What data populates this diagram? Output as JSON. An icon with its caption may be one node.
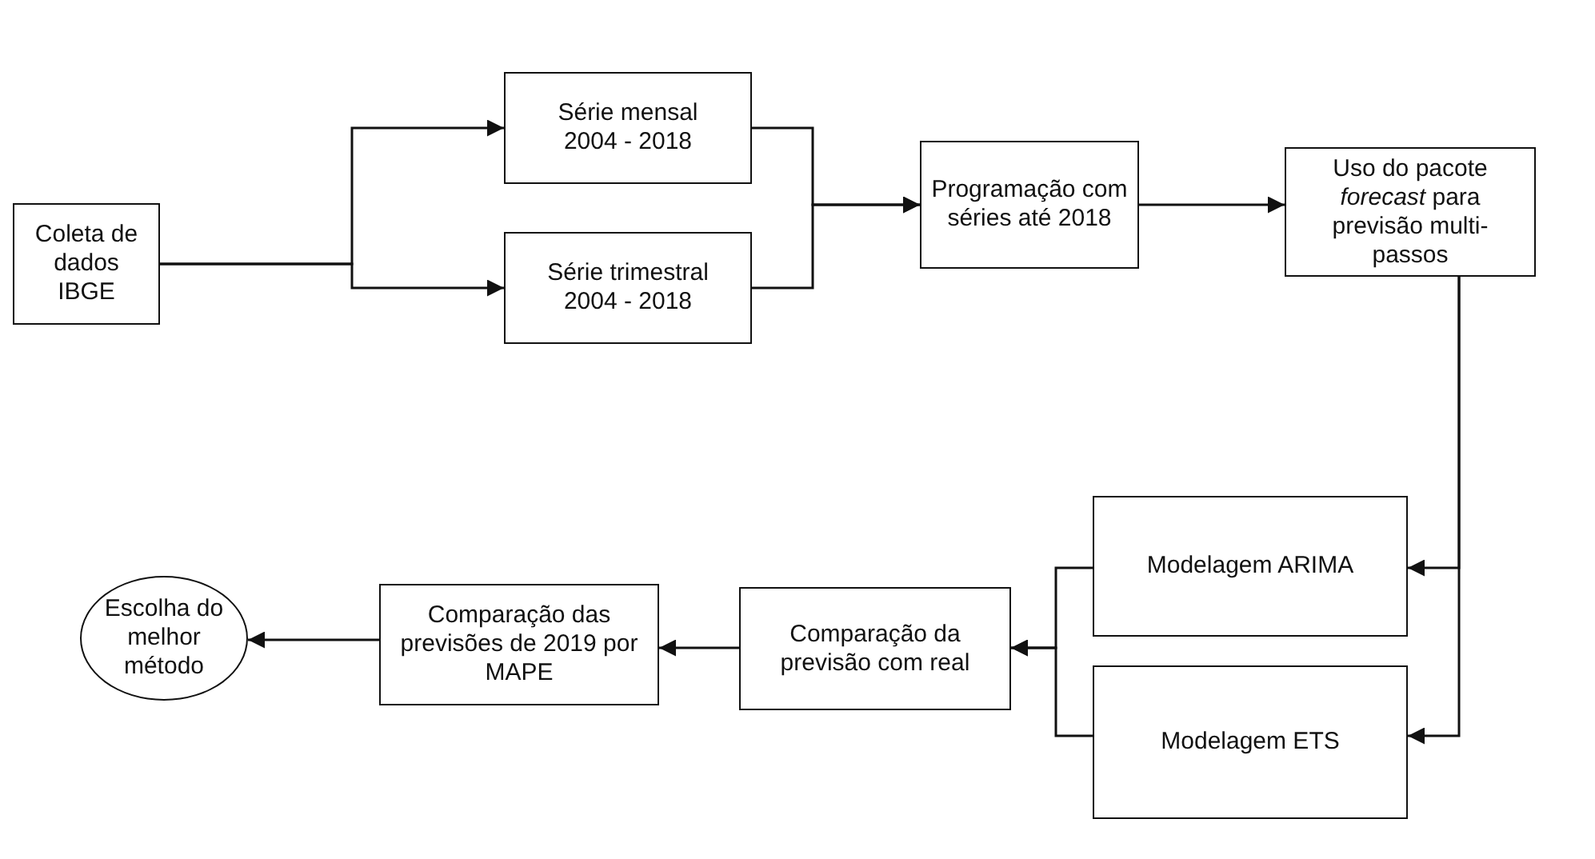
{
  "diagram": {
    "nodes": [
      {
        "text": [
          "Coleta de dados",
          "IBGE"
        ]
      },
      {
        "text": [
          "Série mensal",
          "2004 - 2018"
        ]
      },
      {
        "text": [
          "Série trimestral",
          "2004 - 2018"
        ]
      },
      {
        "text": [
          "Programação com séries até 2018"
        ]
      },
      {
        "text": [
          "Uso do pacote *forecast* para previsão multi-passos"
        ]
      },
      {
        "text": [
          "Modelagem ARIMA"
        ]
      },
      {
        "text": [
          "Modelagem ETS"
        ]
      },
      {
        "text": [
          "Comparação da previsão com real"
        ]
      },
      {
        "text": [
          "Comparação das previsões de 2019 por MAPE"
        ]
      },
      {
        "text": [
          "Escolha do melhor método"
        ]
      }
    ],
    "edges": [
      {
        "from": 0,
        "to": 1,
        "arrow": "to"
      },
      {
        "from": 0,
        "to": 2,
        "arrow": "to"
      },
      {
        "from": 1,
        "to": 3,
        "arrow": "to"
      },
      {
        "from": 2,
        "to": 3,
        "arrow": "to"
      },
      {
        "from": 3,
        "to": 4,
        "arrow": "to"
      },
      {
        "from": 4,
        "to": 5,
        "arrow": "to"
      },
      {
        "from": 4,
        "to": 6,
        "arrow": "to"
      },
      {
        "from": 5,
        "to": 7,
        "arrow": "to"
      },
      {
        "from": 6,
        "to": 7,
        "arrow": "to"
      },
      {
        "from": 7,
        "to": 8,
        "arrow": "to"
      },
      {
        "from": 8,
        "to": 9,
        "arrow": "to"
      }
    ]
  }
}
